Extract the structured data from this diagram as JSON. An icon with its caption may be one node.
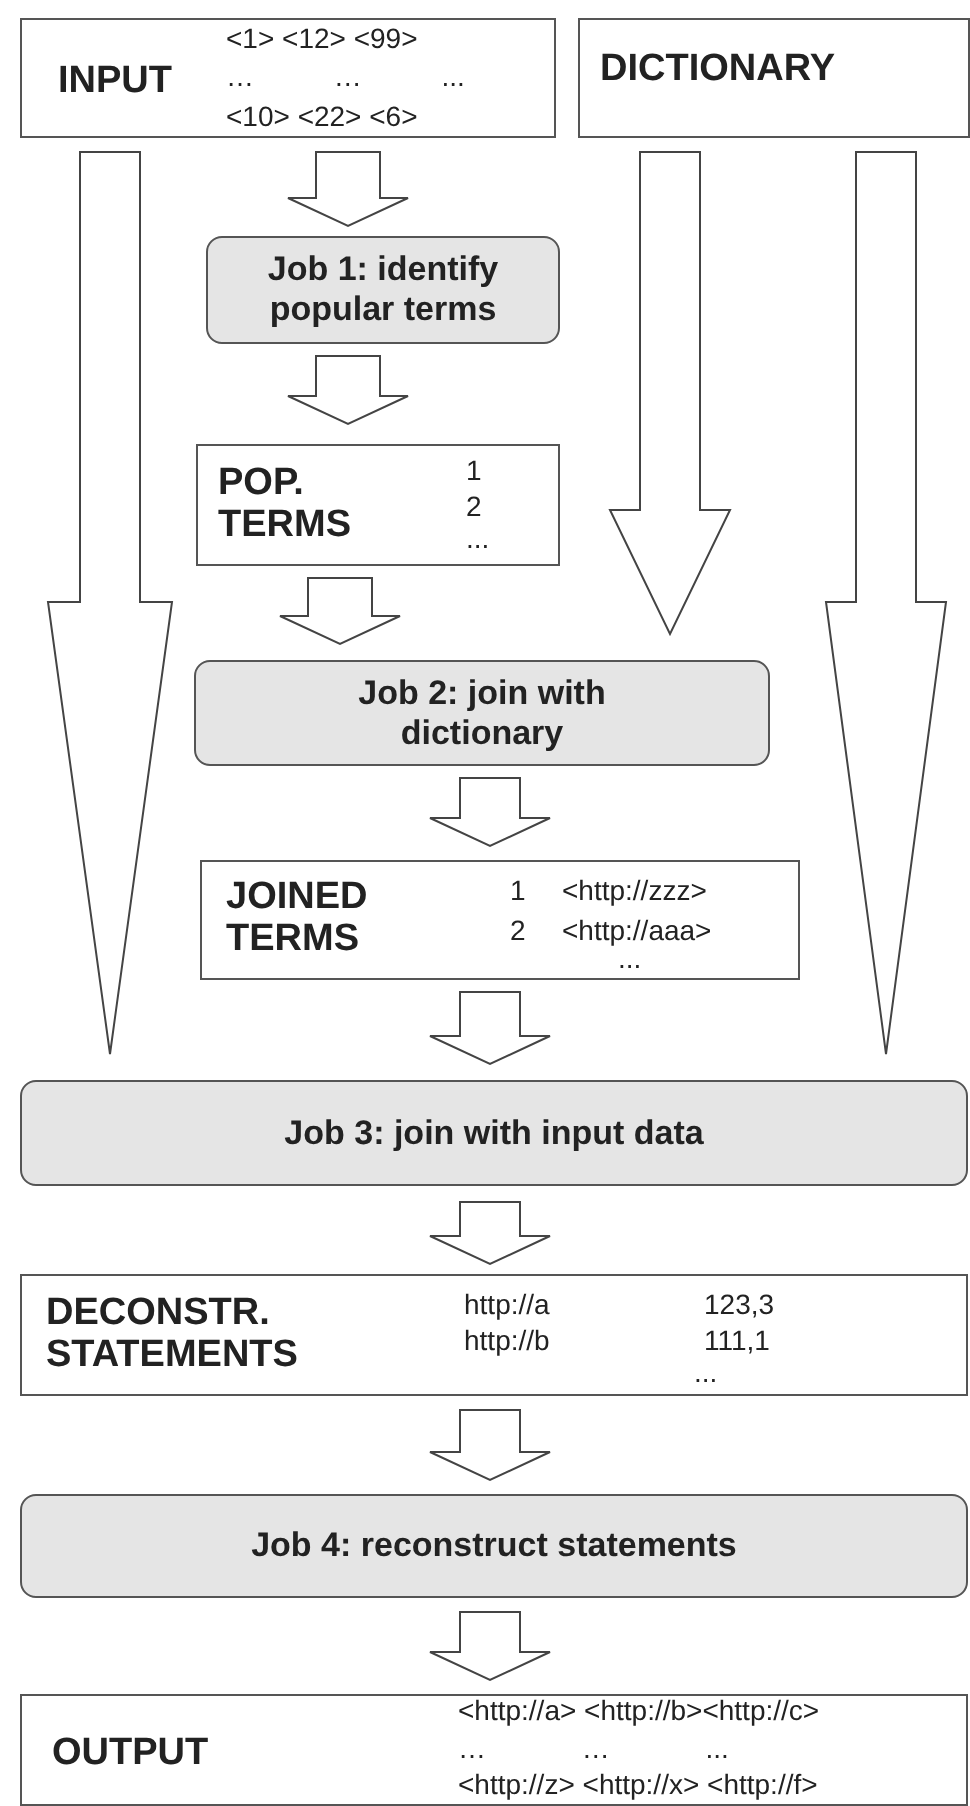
{
  "diagram": {
    "nodes": [
      {
        "text": [
          "INPUT",
          "<1> <12> <99>",
          "… … ...",
          "<10> <22> <6>"
        ]
      },
      {
        "text": [
          "DICTIONARY"
        ]
      },
      {
        "text": [
          "Job 1: identify popular terms"
        ]
      },
      {
        "text": [
          "POP. TERMS",
          "1",
          "2",
          "..."
        ]
      },
      {
        "text": [
          "Job 2: join with dictionary"
        ]
      },
      {
        "text": [
          "JOINED TERMS",
          "1",
          "<http://zzz>",
          "2",
          "<http://aaa>",
          "..."
        ]
      },
      {
        "text": [
          "Job 3: join with input data"
        ]
      },
      {
        "text": [
          "DECONSTR. STATEMENTS",
          "http://a",
          "123,3",
          "http://b",
          "111,1",
          "..."
        ]
      },
      {
        "text": [
          "Job 4: reconstruct statements"
        ]
      },
      {
        "text": [
          "OUTPUT",
          "<http://a> <http://b><http://c>",
          "… … ...",
          "<http://z> <http://x> <http://f>"
        ]
      }
    ],
    "edges": [
      {
        "from": 0,
        "to": 2,
        "arrow": "to"
      },
      {
        "from": 0,
        "to": 6,
        "arrow": "to"
      },
      {
        "from": 1,
        "to": 4,
        "arrow": "to"
      },
      {
        "from": 1,
        "to": 6,
        "arrow": "to"
      },
      {
        "from": 2,
        "to": 3,
        "arrow": "to"
      },
      {
        "from": 3,
        "to": 4,
        "arrow": "to"
      },
      {
        "from": 4,
        "to": 5,
        "arrow": "to"
      },
      {
        "from": 5,
        "to": 6,
        "arrow": "to"
      },
      {
        "from": 6,
        "to": 7,
        "arrow": "to"
      },
      {
        "from": 7,
        "to": 8,
        "arrow": "to"
      },
      {
        "from": 8,
        "to": 9,
        "arrow": "to"
      }
    ]
  }
}
